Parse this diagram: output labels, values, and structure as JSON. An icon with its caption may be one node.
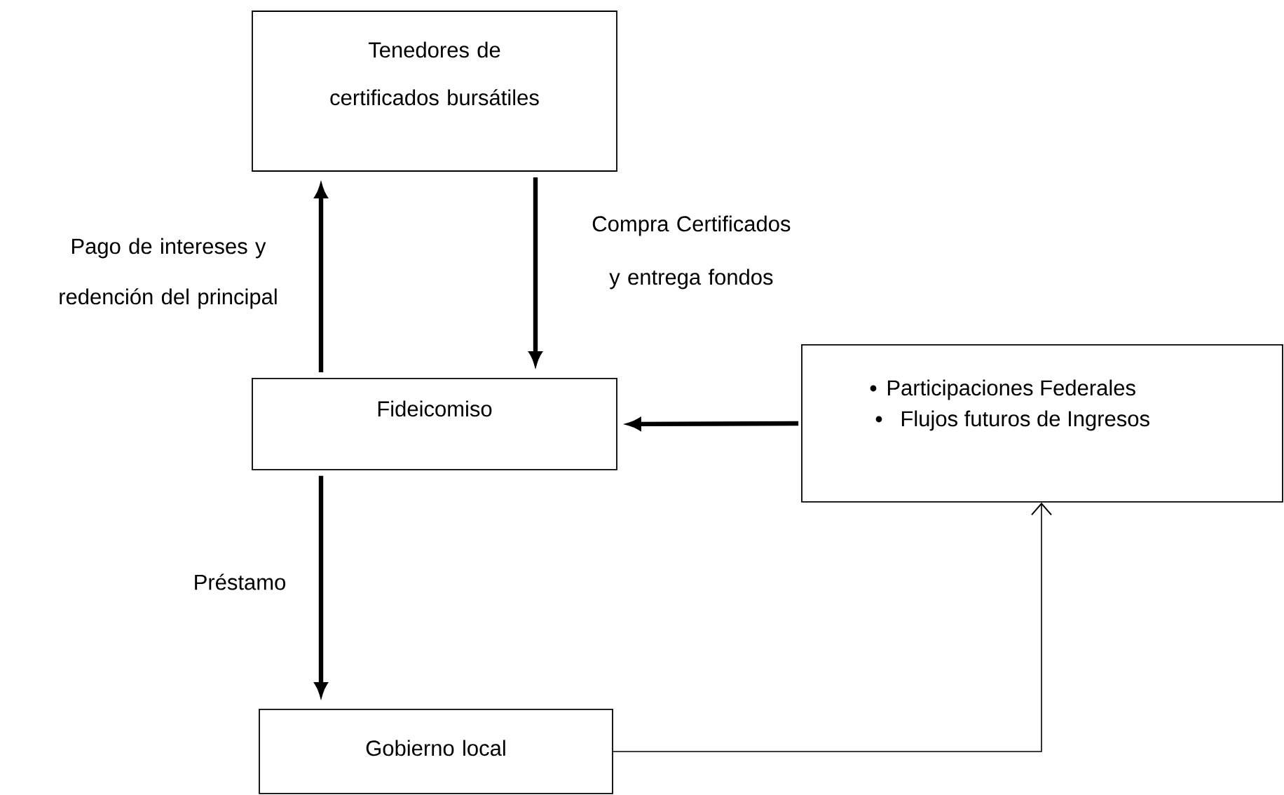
{
  "diagram": {
    "nodes": [
      {
        "text": [
          "Tenedores de certificados bursátiles"
        ]
      },
      {
        "text": [
          "Fideicomiso"
        ]
      },
      {
        "text": [
          "Participaciones Federales",
          "Flujos futuros de Ingresos"
        ]
      },
      {
        "text": [
          "Gobierno local"
        ]
      }
    ],
    "edges": [
      {
        "from": 1,
        "to": 0,
        "arrow": "to",
        "label": "Pago de intereses y redención del principal"
      },
      {
        "from": 0,
        "to": 1,
        "arrow": "to",
        "label": "Compra Certificados y entrega fondos"
      },
      {
        "from": 2,
        "to": 1,
        "arrow": "to"
      },
      {
        "from": 1,
        "to": 3,
        "arrow": "to",
        "label": "Préstamo"
      },
      {
        "from": 3,
        "to": 2,
        "arrow": "to"
      }
    ]
  }
}
